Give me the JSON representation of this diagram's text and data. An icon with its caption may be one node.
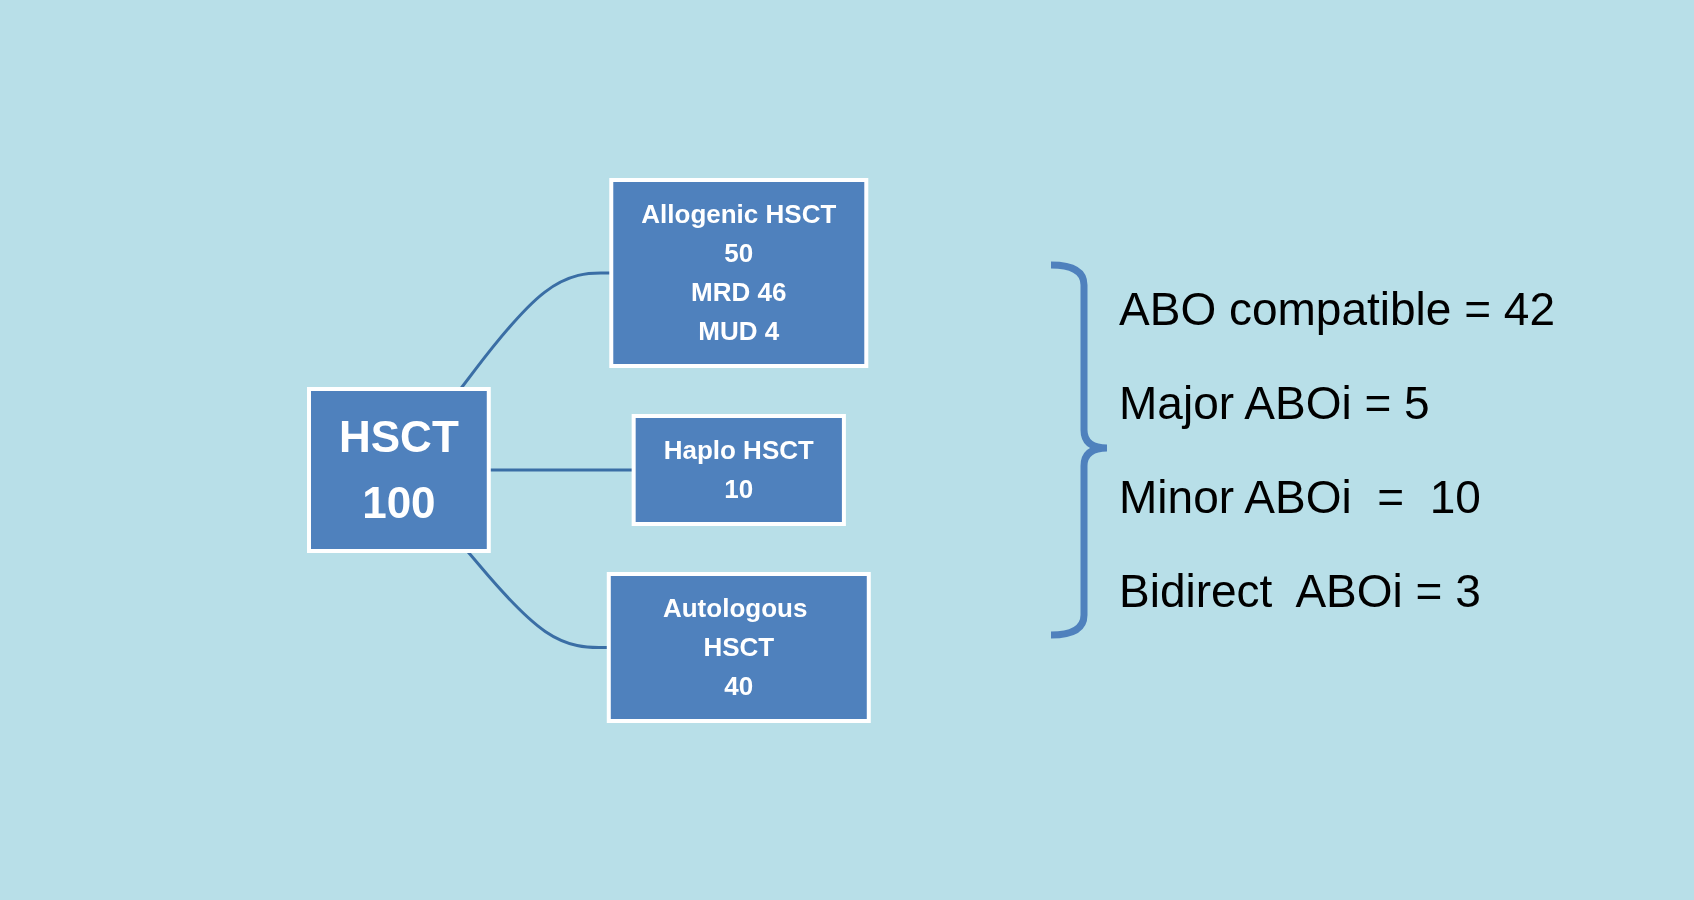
{
  "diagram": {
    "nodes": [
      {
        "text": [
          "HSCT",
          "100"
        ]
      },
      {
        "text": [
          "Allogenic HSCT",
          "50",
          "MRD 46",
          "MUD 4"
        ]
      },
      {
        "text": [
          "Haplo HSCT",
          "10"
        ]
      },
      {
        "text": [
          "Autologous HSCT",
          "40"
        ]
      }
    ],
    "edges": [
      {
        "from": 0,
        "to": 1,
        "arrow": "none"
      },
      {
        "from": 0,
        "to": 2,
        "arrow": "none"
      },
      {
        "from": 0,
        "to": 3,
        "arrow": "none"
      }
    ],
    "labels": [
      "ABO compatible = 42",
      "Major ABOi = 5",
      "Minor ABOi  =  10",
      "Bidirect  ABOi = 3"
    ]
  }
}
